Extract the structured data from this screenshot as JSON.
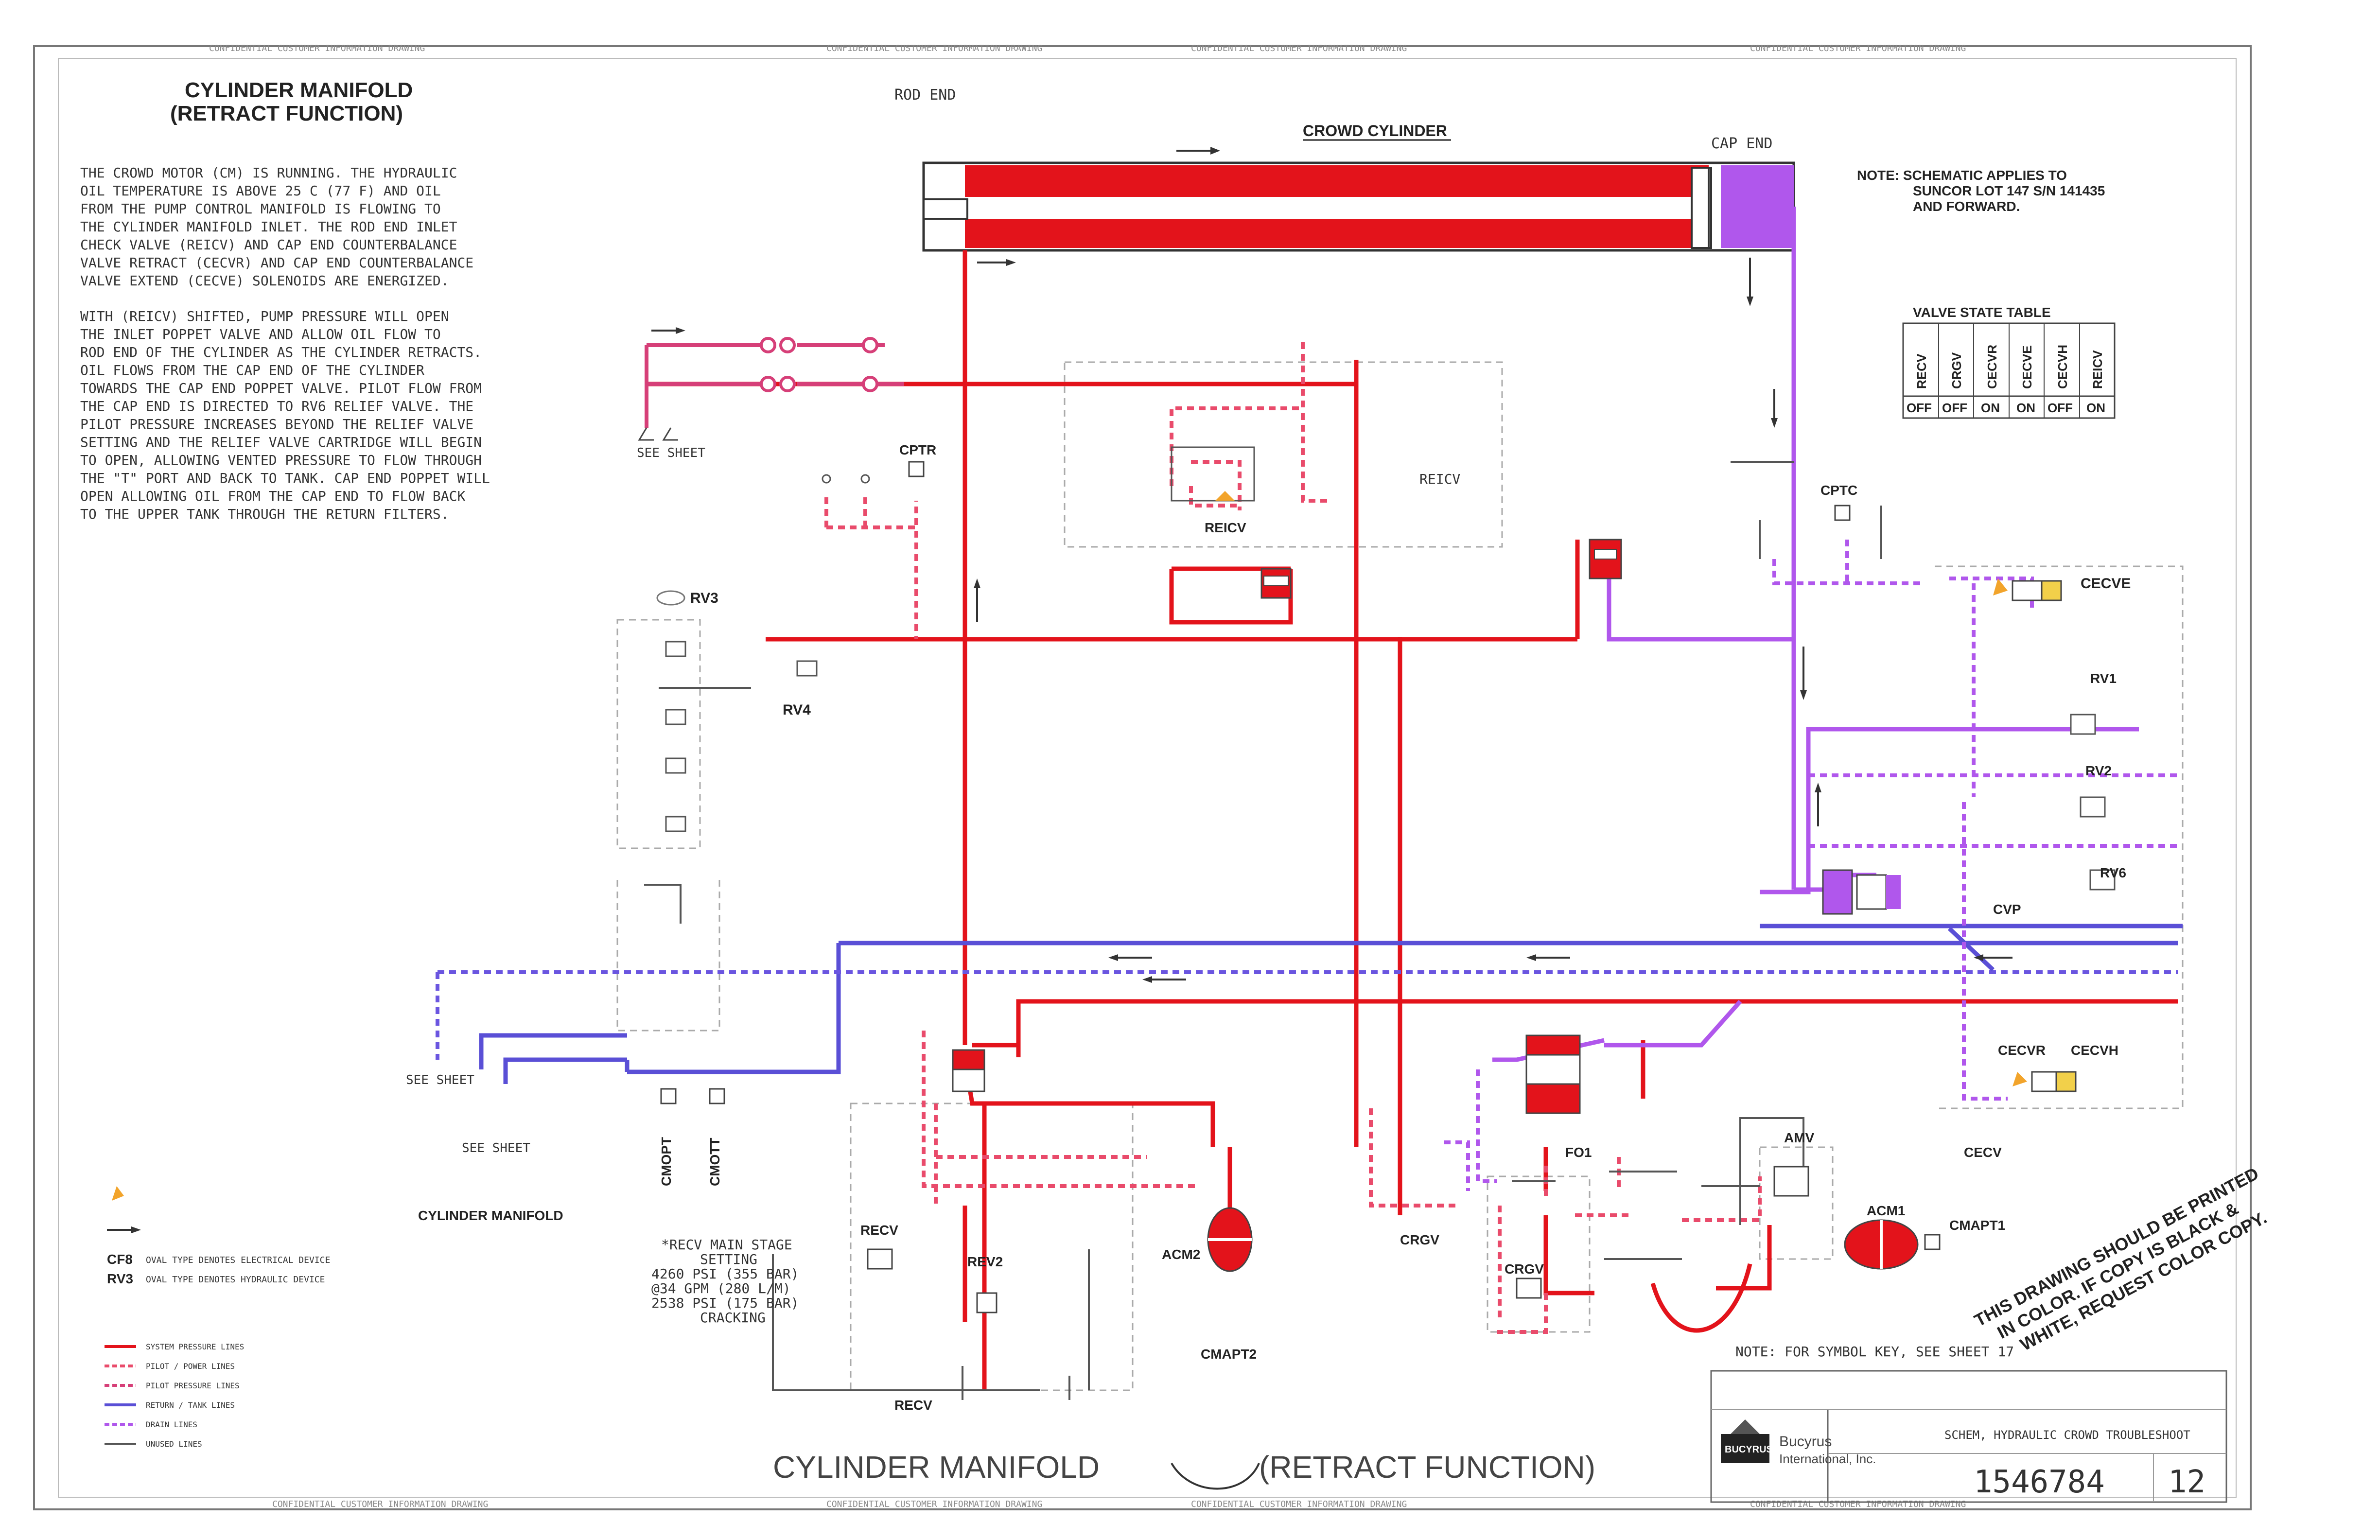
{
  "title": {
    "line1": "CYLINDER MANIFOLD",
    "line2": "(RETRACT FUNCTION)"
  },
  "description": {
    "para1": [
      "THE CROWD MOTOR (CM) IS RUNNING. THE HYDRAULIC",
      "OIL TEMPERATURE IS ABOVE 25 C (77 F) AND OIL",
      "FROM THE PUMP CONTROL MANIFOLD IS FLOWING TO",
      "THE CYLINDER MANIFOLD INLET. THE ROD END INLET",
      "CHECK VALVE (REICV) AND CAP END COUNTERBALANCE",
      "VALVE RETRACT (CECVR) AND CAP END COUNTERBALANCE",
      "VALVE EXTEND (CECVE) SOLENOIDS ARE ENERGIZED."
    ],
    "para2": [
      "WITH (REICV) SHIFTED, PUMP PRESSURE WILL OPEN",
      "THE INLET POPPET VALVE AND ALLOW OIL FLOW TO",
      "ROD END OF THE CYLINDER AS THE CYLINDER RETRACTS.",
      "OIL FLOWS FROM THE CAP END OF THE CYLINDER",
      "TOWARDS THE CAP END POPPET VALVE. PILOT FLOW FROM",
      "THE CAP END IS DIRECTED TO RV6 RELIEF VALVE. THE",
      "PILOT PRESSURE INCREASES BEYOND THE RELIEF VALVE",
      "SETTING AND THE RELIEF VALVE CARTRIDGE WILL BEGIN",
      "TO OPEN, ALLOWING VENTED PRESSURE TO FLOW THROUGH",
      "THE \"T\" PORT AND BACK TO TANK. CAP END POPPET WILL",
      "OPEN ALLOWING OIL FROM THE CAP END TO FLOW BACK",
      "TO THE UPPER TANK THROUGH THE RETURN FILTERS."
    ]
  },
  "labels": {
    "rod_end": "ROD END",
    "cap_end": "CAP END",
    "crowd_cylinder": "CROWD CYLINDER",
    "note": [
      "NOTE: SCHEMATIC APPLIES TO",
      "SUNCOR LOT 147 S/N 141435",
      "AND FORWARD."
    ],
    "see_sheet": "SEE SHEET",
    "cptr": "CPTR",
    "reicv": "REICV",
    "rv3": "RV3",
    "rv4": "RV4",
    "cptc": "CPTC",
    "cecve": "CECVE",
    "rv1": "RV1",
    "rv2": "RV2",
    "rv6": "RV6",
    "cvp": "CVP",
    "cecvr": "CECVR",
    "cecvh": "CECVH",
    "cecv": "CECV",
    "cmopt": "CMOPT",
    "cmott": "CMOTT",
    "cylinder_manifold": "CYLINDER MANIFOLD",
    "recv": "RECV",
    "rev2": "REV2",
    "acm2": "ACM2",
    "cmapt2": "CMAPT2",
    "crgv": "CRGV",
    "fo1": "FO1",
    "amv": "AMV",
    "acm1": "ACM1",
    "cmapt1": "CMAPT1",
    "recv_setting": [
      "*RECV MAIN STAGE",
      "SETTING",
      "4260 PSI (355 BAR)",
      "@34 GPM (280 L/M)",
      "2538 PSI (175 BAR)",
      "CRACKING"
    ]
  },
  "valve_state_table": {
    "title": "VALVE STATE TABLE",
    "columns": [
      "RECV",
      "CRGV",
      "CECVR",
      "CECVE",
      "CECVH",
      "REICV"
    ],
    "states": [
      "OFF",
      "OFF",
      "ON",
      "ON",
      "OFF",
      "ON"
    ]
  },
  "legend": [
    {
      "sym": "CF8",
      "text": "OVAL TYPE DENOTES ELECTRICAL DEVICE"
    },
    {
      "sym": "RV3",
      "text": "OVAL TYPE DENOTES HYDRAULIC DEVICE"
    }
  ],
  "color_key": [
    {
      "label": "SYSTEM PRESSURE LINES",
      "color": "#e3131b"
    },
    {
      "label": "PILOT / POWER LINES",
      "color": "#e94b6b"
    },
    {
      "label": "PILOT PRESSURE LINES",
      "color": "#d63f78"
    },
    {
      "label": "RETURN / TANK LINES",
      "color": "#5a4fd6"
    },
    {
      "label": "DRAIN LINES",
      "color": "#b057ec"
    },
    {
      "label": "UNUSED LINES",
      "color": "#555555"
    }
  ],
  "footer": {
    "note": "NOTE: FOR SYMBOL KEY, SEE SHEET 17",
    "warning": [
      "THIS DRAWING SHOULD BE PRINTED",
      "IN COLOR. IF COPY IS BLACK &",
      "WHITE, REQUEST COLOR COPY."
    ],
    "company": "Bucyrus",
    "company_line2": "International, Inc.",
    "logo_text": "BUCYRUS",
    "title_block": "SCHEM, HYDRAULIC CROWD TROUBLESHOOT",
    "dwg_no": "1546784",
    "sheet": "12",
    "big_title_left": "CYLINDER MANIFOLD",
    "big_title_right": "(RETRACT FUNCTION)"
  },
  "border_text": "CONFIDENTIAL CUSTOMER INFORMATION DRAWING"
}
